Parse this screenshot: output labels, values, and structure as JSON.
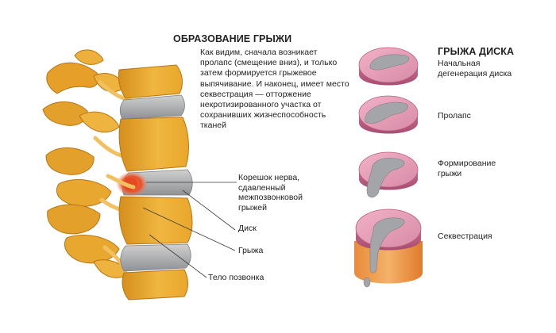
{
  "left": {
    "title": "ОБРАЗОВАНИЕ ГРЫЖИ",
    "paragraph": "Как видим, сначала возникает пролапс (смещение вниз), и только затем формируется грыжевое выпячивание. И наконец, имеет место секвестрация — отторжение некротизированного участка от сохранивших жизнеспособность тканей",
    "callouts": {
      "nerve_root": "Корешок нерва, сдавленный межпозвонковой грыжей",
      "disc": "Диск",
      "hernia": "Грыжа",
      "vertebral_body": "Тело позвонка"
    }
  },
  "right": {
    "title": "ГРЫЖА ДИСКА",
    "stages": [
      {
        "label": "Начальная дегенерация диска"
      },
      {
        "label": "Пролапс"
      },
      {
        "label": "Формирование грыжи"
      },
      {
        "label": "Секвестрация"
      }
    ]
  },
  "colors": {
    "bone": "#e9a72b",
    "bone_dark": "#c98414",
    "disc_outer": "#d88aa6",
    "disc_inner": "#a7a9ab",
    "hernia_glow": "#e8512b",
    "lead_line": "#3a3a3a"
  }
}
